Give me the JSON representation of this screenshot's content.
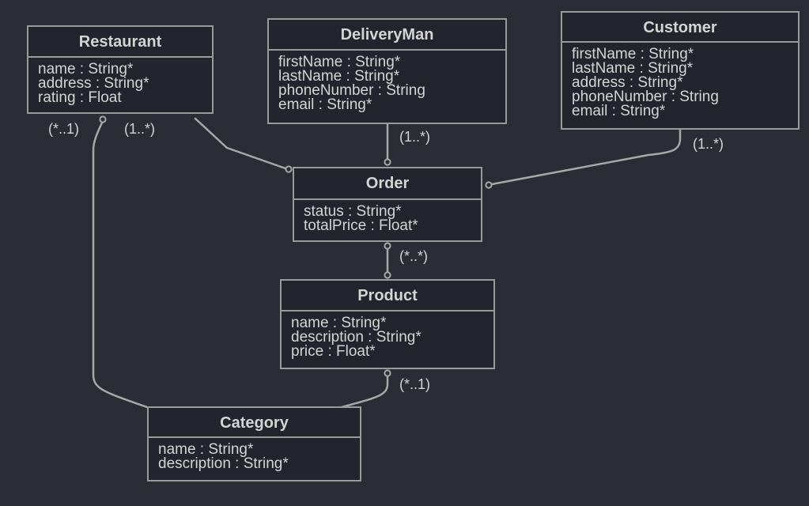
{
  "diagram": {
    "classes": [
      {
        "id": "restaurant",
        "name": "Restaurant",
        "attributes": [
          "name : String*",
          "address : String*",
          "rating : Float"
        ]
      },
      {
        "id": "deliveryman",
        "name": "DeliveryMan",
        "attributes": [
          "firstName : String*",
          "lastName : String*",
          "phoneNumber : String",
          "email : String*"
        ]
      },
      {
        "id": "customer",
        "name": "Customer",
        "attributes": [
          "firstName : String*",
          "lastName : String*",
          "address : String*",
          "phoneNumber : String",
          "email : String*"
        ]
      },
      {
        "id": "order",
        "name": "Order",
        "attributes": [
          "status : String*",
          "totalPrice : Float*"
        ]
      },
      {
        "id": "product",
        "name": "Product",
        "attributes": [
          "name : String*",
          "description : String*",
          "price : Float*"
        ]
      },
      {
        "id": "category",
        "name": "Category",
        "attributes": [
          "name : String*",
          "description : String*"
        ]
      }
    ],
    "relations": [
      {
        "from": "restaurant",
        "to": "order",
        "multiplicity": "(1..*)"
      },
      {
        "from": "restaurant",
        "to": "category",
        "multiplicity": "(*..1)"
      },
      {
        "from": "deliveryman",
        "to": "order",
        "multiplicity": "(1..*)"
      },
      {
        "from": "customer",
        "to": "order",
        "multiplicity": "(1..*)"
      },
      {
        "from": "order",
        "to": "product",
        "multiplicity": "(*..*)"
      },
      {
        "from": "product",
        "to": "category",
        "multiplicity": "(*..1)"
      }
    ]
  }
}
